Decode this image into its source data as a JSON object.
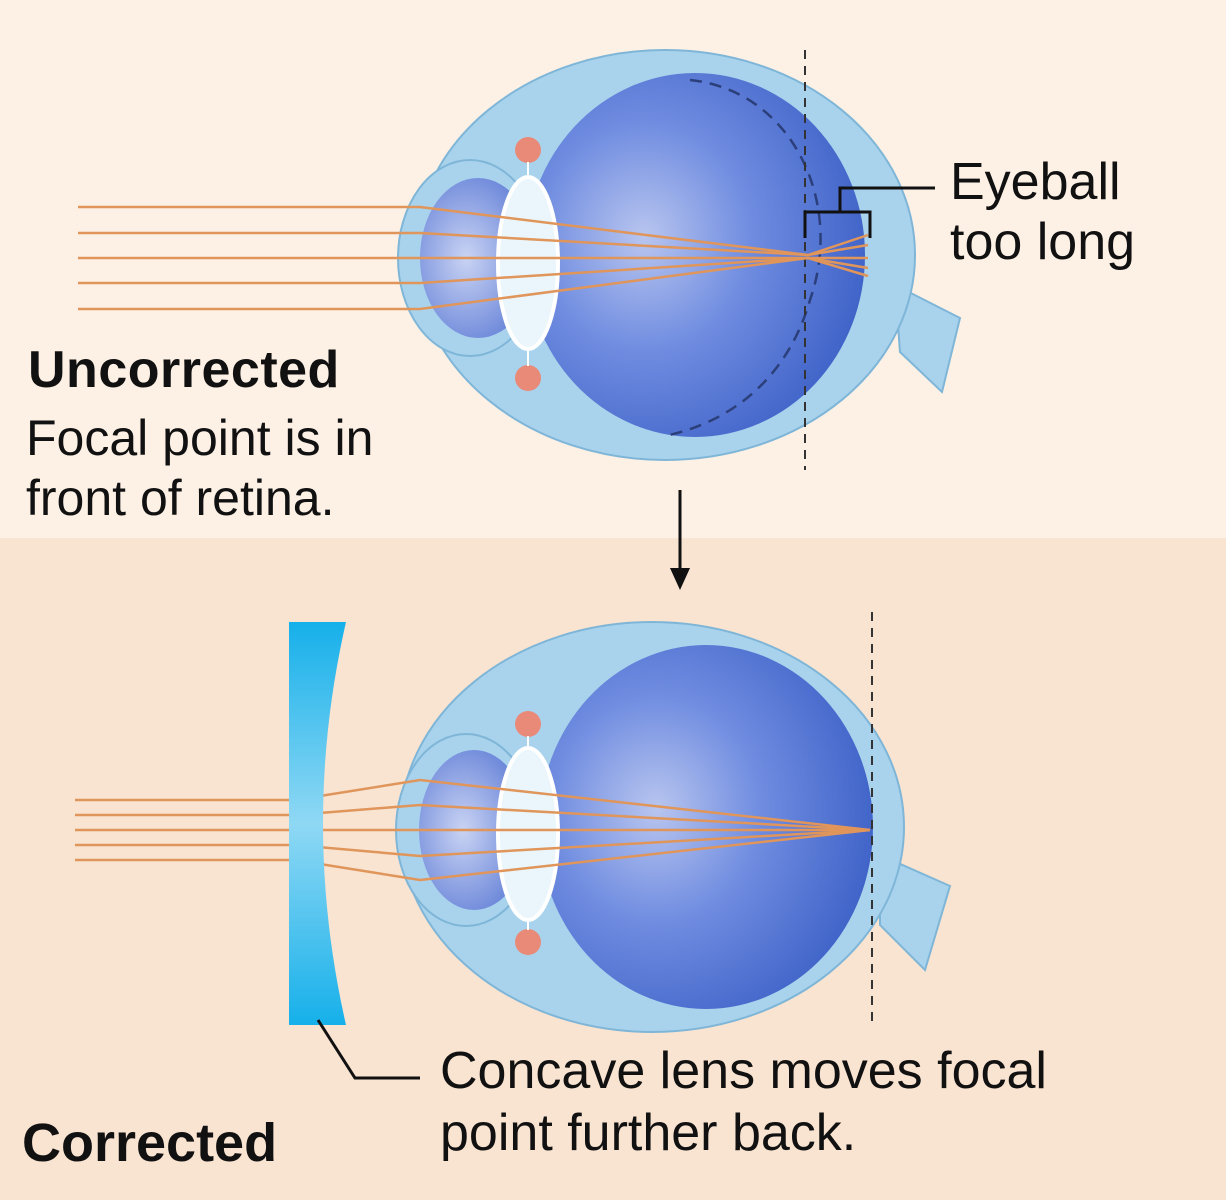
{
  "uncorrected": {
    "title": "Uncorrected",
    "line1": "Focal point is in",
    "line2": "front of retina."
  },
  "eyeball_callout": {
    "line1": "Eyeball",
    "line2": "too long"
  },
  "corrected": {
    "title": "Corrected",
    "lens_note_line1": "Concave lens moves focal",
    "lens_note_line2": "point further back."
  },
  "colors": {
    "background_top": "#fdf1e6",
    "background_bottom": "#f9e3d1",
    "sclera": "#a9d3ec",
    "vitreous": "#4a6fd0",
    "lens": "#e6f4fb",
    "ciliary": "#e98a78",
    "light_ray": "#e0955a",
    "concave_lens": "#19b3ea"
  }
}
